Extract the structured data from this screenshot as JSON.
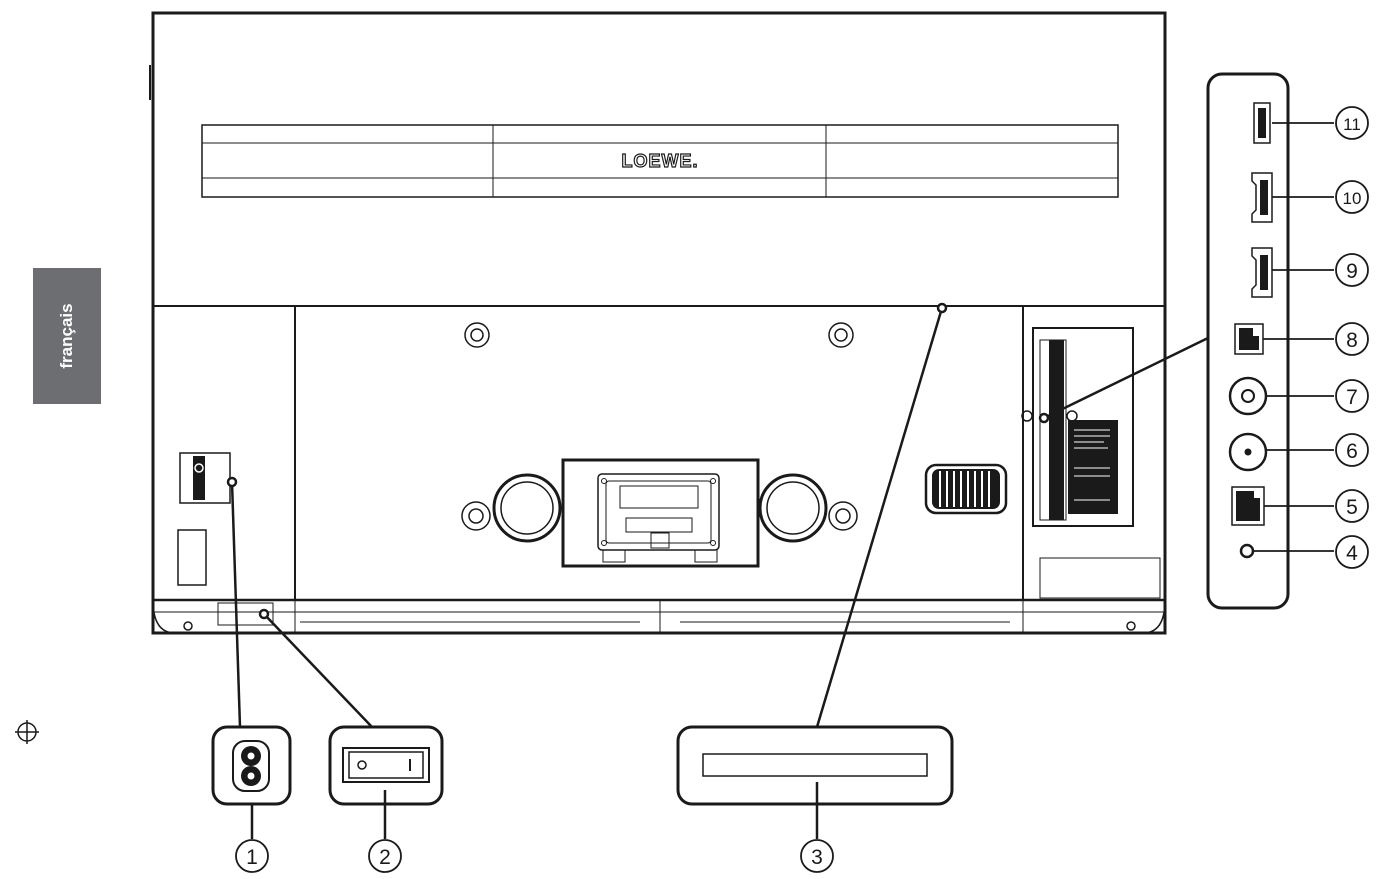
{
  "sidebar": {
    "language_label": "français"
  },
  "brand": {
    "logo_text": "LOEWE."
  },
  "callouts": [
    "1",
    "2",
    "3",
    "4",
    "5",
    "6",
    "7",
    "8",
    "9",
    "10",
    "11"
  ],
  "colors": {
    "line": "#1a1a1a",
    "tab": "#6d6e71",
    "background": "#ffffff"
  }
}
